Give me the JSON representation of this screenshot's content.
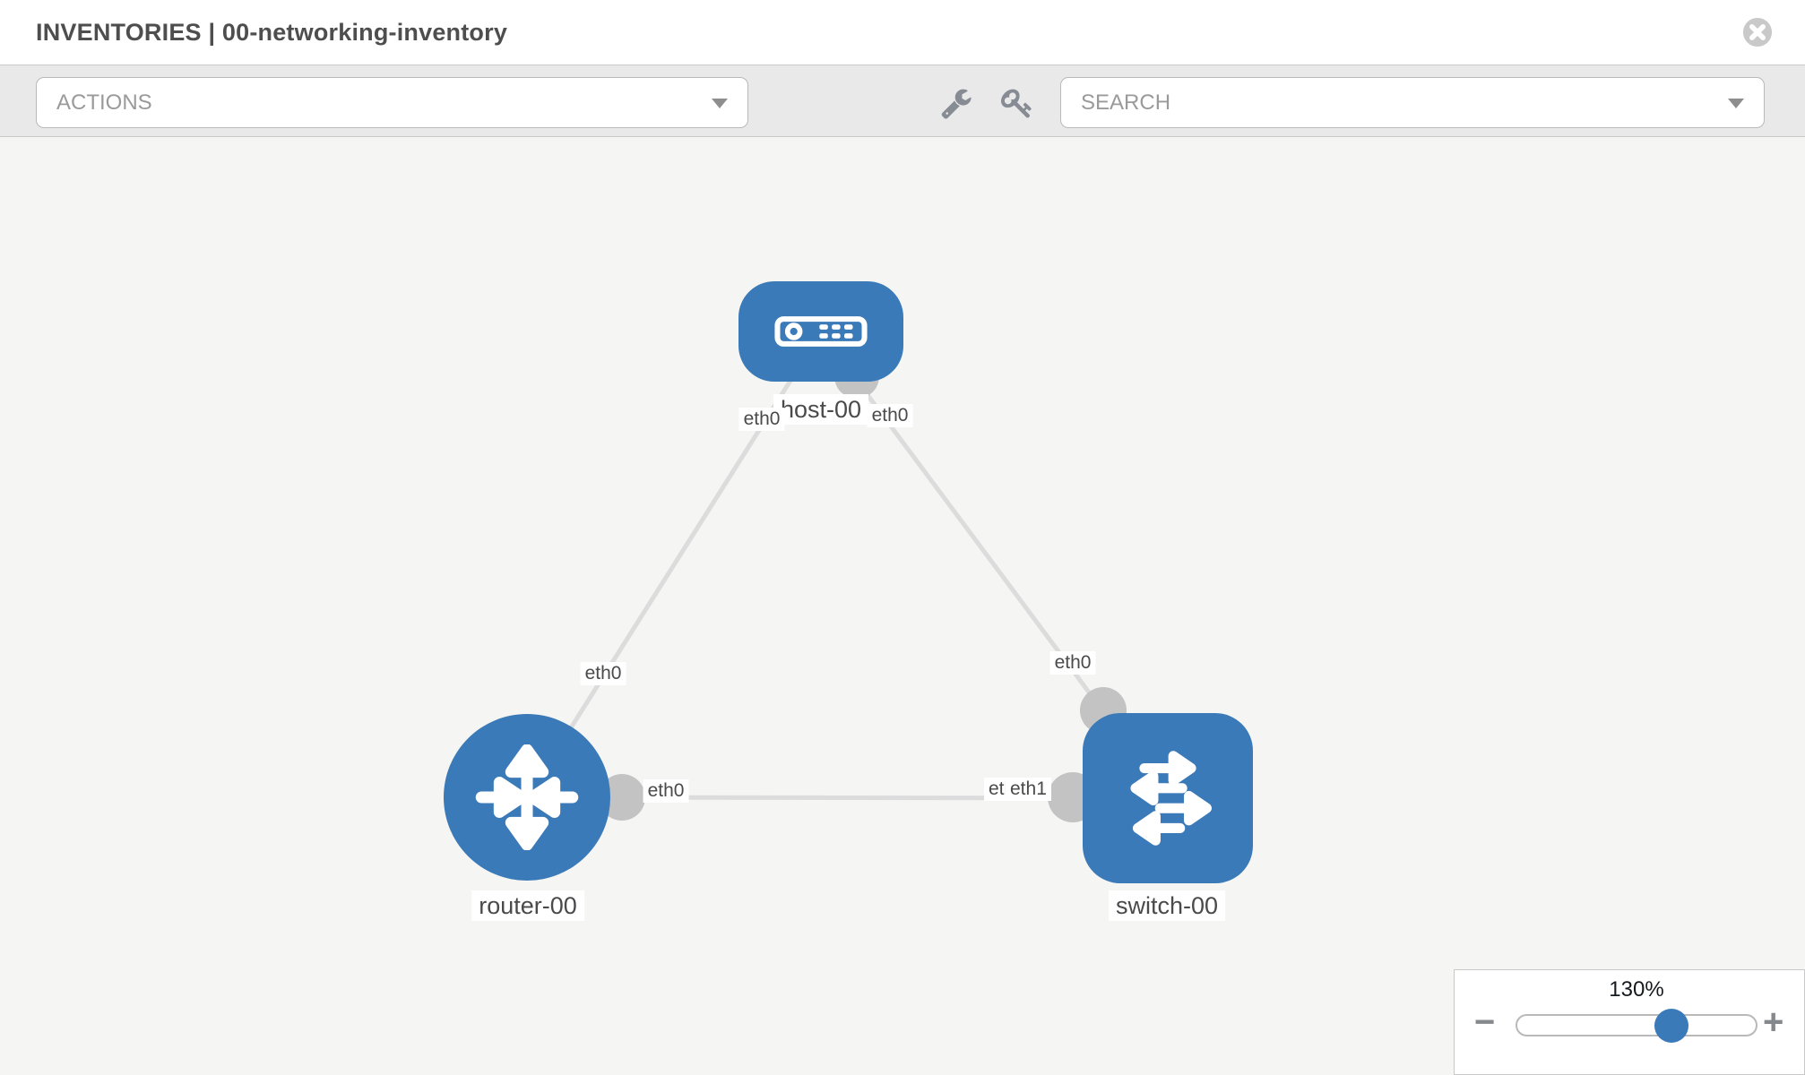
{
  "header": {
    "title": "INVENTORIES | 00-networking-inventory"
  },
  "toolbar": {
    "actions_label": "ACTIONS",
    "search_placeholder": "SEARCH"
  },
  "diagram": {
    "nodes": [
      {
        "label": "host-00",
        "type": "host"
      },
      {
        "label": "router-00",
        "type": "router"
      },
      {
        "label": "switch-00",
        "type": "switch"
      }
    ],
    "links": [
      {
        "from": "host-00",
        "to": "router-00",
        "from_iface": "eth0",
        "to_iface": "eth0"
      },
      {
        "from": "host-00",
        "to": "switch-00",
        "from_iface": "eth0",
        "to_iface": "eth0"
      },
      {
        "from": "router-00",
        "to": "switch-00",
        "from_iface": "eth0",
        "to_iface": "eth1",
        "to_iface_overlapped": "eth0"
      }
    ]
  },
  "zoom_control": {
    "level": "130%",
    "decrease_label": "−",
    "increase_label": "+"
  },
  "colors": {
    "node_blue": "#3b7ab8",
    "edge_gray": "#dcdcdc",
    "connector_gray": "#c3c3c3",
    "canvas_bg": "#f5f5f4",
    "toolbar_bg": "#e9e9e9"
  }
}
